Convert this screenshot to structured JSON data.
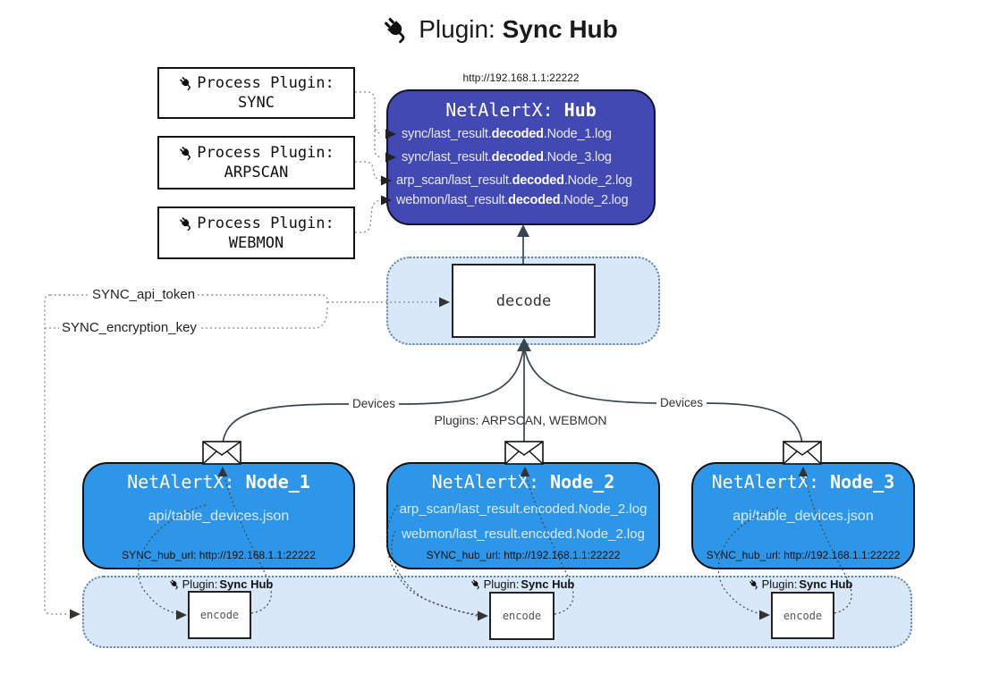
{
  "title": {
    "prefix": "Plugin: ",
    "bold": "Sync Hub"
  },
  "icons": {
    "plug": "plug-icon",
    "envelope": "envelope-icon"
  },
  "colors": {
    "hub_fill": "#4349b2",
    "node_fill": "#2e96e8",
    "band_fill": "#d9e8f8",
    "line": "#37474f"
  },
  "hub": {
    "url": "http://192.168.1.1:22222",
    "name_prefix": "NetAlertX: ",
    "name_bold": "Hub",
    "lines": [
      {
        "pre": "sync/last_result.",
        "bold": "decoded",
        "post": ".Node_1.log"
      },
      {
        "pre": "sync/last_result.",
        "bold": "decoded",
        "post": ".Node_3.log"
      },
      {
        "pre": "arp_scan/last_result.",
        "bold": "decoded",
        "post": ".Node_2.log"
      },
      {
        "pre": "webmon/last_result.",
        "bold": "decoded",
        "post": ".Node_2.log"
      }
    ]
  },
  "process_plugins": [
    {
      "line1": "Process Plugin:",
      "line2": "SYNC"
    },
    {
      "line1": "Process Plugin:",
      "line2": "ARPSCAN"
    },
    {
      "line1": "Process Plugin:",
      "line2": "WEBMON"
    }
  ],
  "decode": {
    "label": "decode"
  },
  "tokens": {
    "api_token": "SYNC_api_token",
    "encryption_key": "SYNC_encryption_key"
  },
  "edges": {
    "devices_left": "Devices",
    "devices_right": "Devices",
    "plugins_center": "Plugins: ARPSCAN, WEBMON"
  },
  "nodes": [
    {
      "name_prefix": "NetAlertX: ",
      "name_bold": "Node_1",
      "lines": [
        "api/table_devices.json"
      ],
      "hub_url": "SYNC_hub_url: http://192.168.1.1:22222"
    },
    {
      "name_prefix": "NetAlertX: ",
      "name_bold": "Node_2",
      "lines": [
        "arp_scan/last_result.encoded.Node_2.log",
        "webmon/last_result.encoded.Node_2.log"
      ],
      "hub_url": "SYNC_hub_url: http://192.168.1.1:22222"
    },
    {
      "name_prefix": "NetAlertX: ",
      "name_bold": "Node_3",
      "lines": [
        "api/table_devices.json"
      ],
      "hub_url": "SYNC_hub_url: http://192.168.1.1:22222"
    }
  ],
  "encode_band": {
    "plugin_prefix": "Plugin: ",
    "plugin_bold": "Sync Hub",
    "encode_label": "encode"
  }
}
